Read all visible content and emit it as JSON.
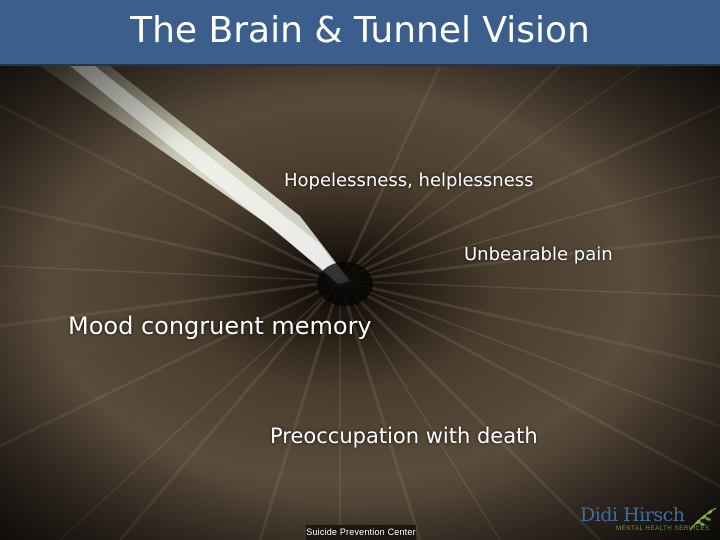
{
  "slide": {
    "title": "The Brain & Tunnel Vision",
    "header_color": "#3b5e8c"
  },
  "labels": {
    "hopelessness": "Hopelessness, helplessness",
    "pain": "Unbearable pain",
    "memory": "Mood congruent memory",
    "death": "Preoccupation with death"
  },
  "footer": {
    "organization": "Suicide Prevention Center",
    "logo_name": "Didi Hirsch",
    "logo_tagline": "MENTAL HEALTH SERVICES"
  }
}
